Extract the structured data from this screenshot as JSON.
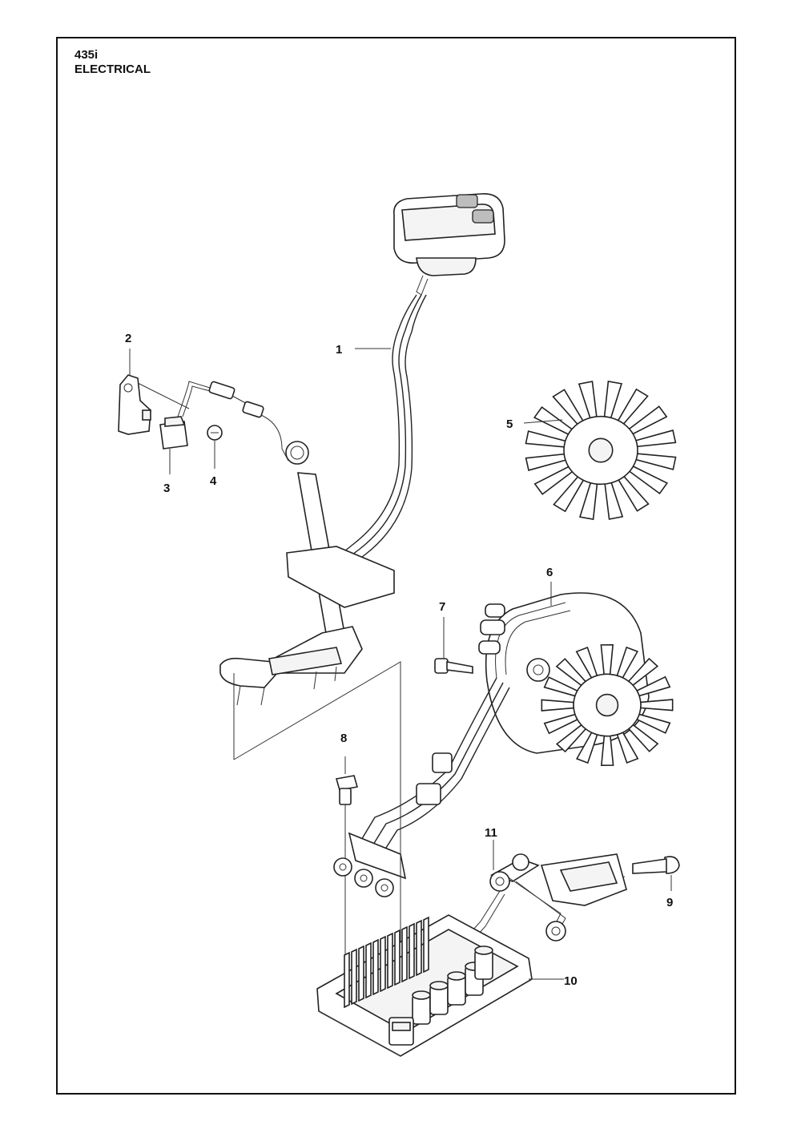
{
  "header": {
    "model": "435i",
    "section": "ELECTRICAL"
  },
  "callouts": [
    "1",
    "2",
    "3",
    "4",
    "5",
    "6",
    "7",
    "8",
    "9",
    "10",
    "11"
  ]
}
